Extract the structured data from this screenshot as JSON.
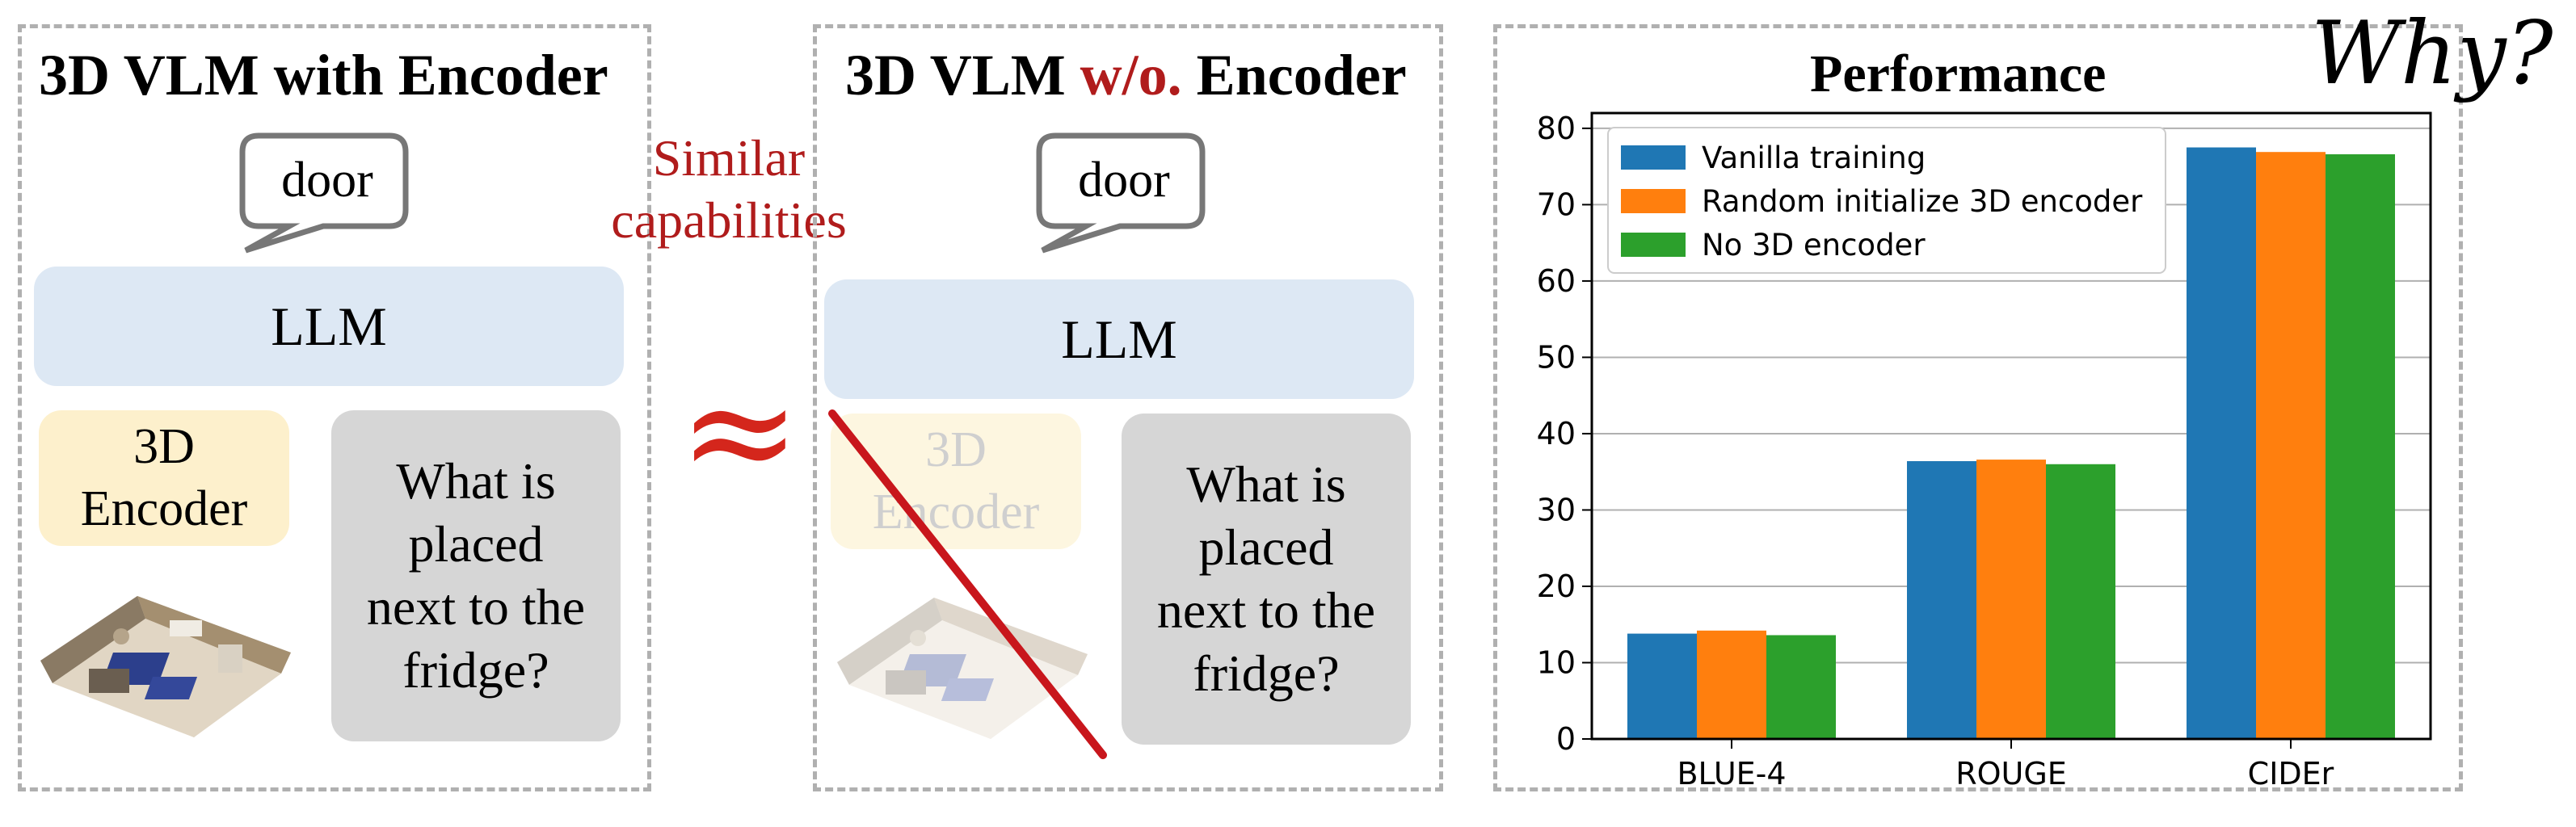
{
  "left_panel": {
    "title": "3D VLM with Encoder",
    "bubble": "door",
    "llm": "LLM",
    "encoder_line1": "3D",
    "encoder_line2": "Encoder",
    "question": [
      "What is",
      "placed",
      "next to the",
      "fridge?"
    ]
  },
  "middle_panel": {
    "title_prefix": "3D VLM ",
    "title_red": "w/o.",
    "title_suffix": " Encoder",
    "bubble": "door",
    "llm": "LLM",
    "encoder_line1": "3D",
    "encoder_line2": "Encoder",
    "question": [
      "What is",
      "placed",
      "next to the",
      "fridge?"
    ]
  },
  "between": {
    "similar_line1": "Similar",
    "similar_line2": "capabilities",
    "approx": "≈"
  },
  "why": "Why?",
  "colors": {
    "vanilla": "#1f77b4",
    "random": "#ff7f0e",
    "none": "#2ca02c",
    "red_text": "#b01c1c"
  },
  "chart_data": {
    "type": "bar",
    "title": "Performance",
    "categories": [
      "BLUE-4",
      "ROUGE",
      "CIDEr"
    ],
    "series": [
      {
        "name": "Vanilla training",
        "values": [
          13.8,
          36.4,
          77.5
        ]
      },
      {
        "name": "Random initialize 3D encoder",
        "values": [
          14.2,
          36.6,
          76.9
        ]
      },
      {
        "name": "No 3D encoder",
        "values": [
          13.6,
          36.0,
          76.6
        ]
      }
    ],
    "ylim": [
      0,
      82
    ],
    "yticks": [
      "0",
      "10",
      "20",
      "30",
      "40",
      "50",
      "60",
      "70",
      "80"
    ],
    "grid": true,
    "legend": "top-left"
  }
}
